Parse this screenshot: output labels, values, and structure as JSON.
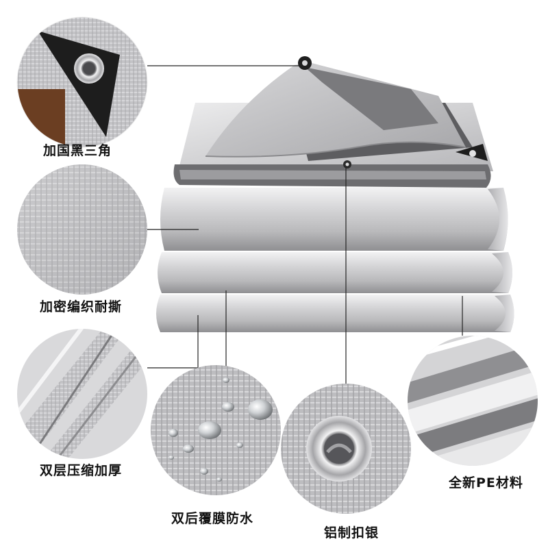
{
  "colors": {
    "accent_silver": "#c8c8ca",
    "dark_corner": "#1d1d1d",
    "grey_inner": "#707070",
    "brown_edge": "#6b3e22",
    "callout_line": "#222222",
    "text": "#111111"
  },
  "product": {
    "name": "silver-grey-tarpaulin"
  },
  "callouts": {
    "corner_reinforce": "加国黑三角",
    "dense_weave": "加密编织耐撕",
    "double_layer": "双层压缩加厚",
    "waterproof": "双后覆膜防水",
    "eyelet": "铝制扣银",
    "new_pe": "全新PE材料"
  },
  "icons": {
    "corner": "black-triangle-corner-icon",
    "weave": "weave-texture-icon",
    "fold": "double-fold-icon",
    "water": "water-drops-icon",
    "eyelet": "aluminum-eyelet-icon",
    "pe": "pe-material-icon"
  }
}
